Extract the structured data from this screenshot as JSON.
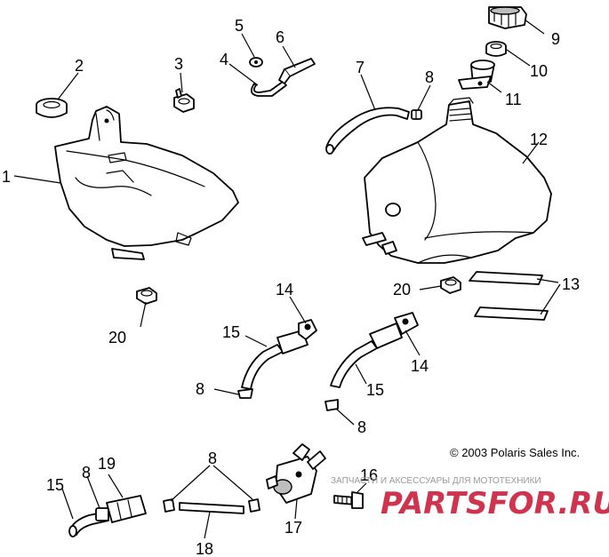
{
  "callouts": {
    "c1": "1",
    "c2": "2",
    "c3": "3",
    "c4": "4",
    "c5": "5",
    "c6": "6",
    "c7": "7",
    "c8a": "8",
    "c8b": "8",
    "c8c": "8",
    "c8d": "8",
    "c8e": "8",
    "c9": "9",
    "c10": "10",
    "c11": "11",
    "c12": "12",
    "c13": "13",
    "c14a": "14",
    "c14b": "14",
    "c15a": "15",
    "c15b": "15",
    "c15c": "15",
    "c16": "16",
    "c17": "17",
    "c18": "18",
    "c19": "19",
    "c20a": "20",
    "c20b": "20"
  },
  "copyright": "© 2003 Polaris Sales Inc.",
  "watermark": {
    "tagline": "ЗАПЧАСТИ И АКСЕССУАРЫ ДЛЯ МОТОТЕХНИКИ",
    "logo": "PARTSFOR.RU"
  },
  "colors": {
    "ink": "#000000",
    "watermark_red": "#c8102e",
    "watermark_grey": "#9a9a9a"
  }
}
